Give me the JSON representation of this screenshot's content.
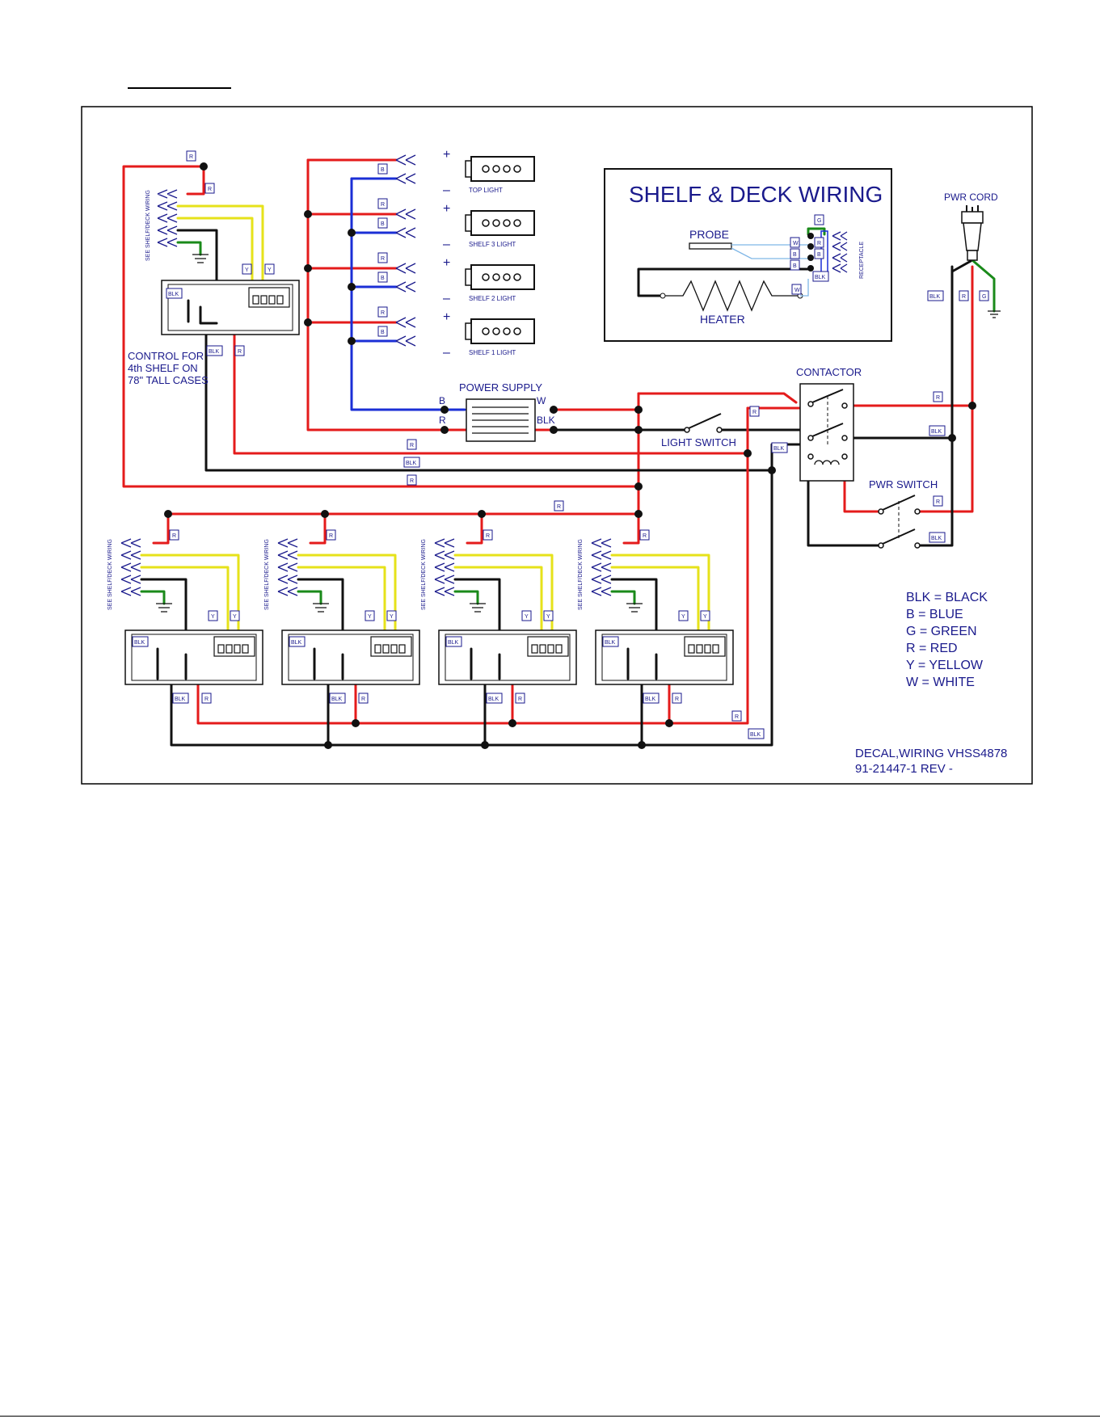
{
  "colors": {
    "red": "#e41b1b",
    "black": "#111111",
    "blue": "#1b2fd6",
    "yellow": "#e6e21a",
    "green": "#1a8a1a",
    "light_blue": "#7fb6e6",
    "label": "#1a1a8c"
  },
  "inset": {
    "title": "SHELF & DECK WIRING",
    "probe": "PROBE",
    "heater": "HEATER",
    "receptacle": "RECEPTACLE"
  },
  "lights": [
    {
      "label": "TOP LIGHT"
    },
    {
      "label": "SHELF 3 LIGHT"
    },
    {
      "label": "SHELF 2 LIGHT"
    },
    {
      "label": "SHELF 1 LIGHT"
    }
  ],
  "labels": {
    "pwr_cord": "PWR CORD",
    "contactor": "CONTACTOR",
    "power_supply": "POWER SUPPLY",
    "light_switch": "LIGHT SWITCH",
    "pwr_switch": "PWR SWITCH",
    "control_note": [
      "CONTROL FOR",
      "4th SHELF ON",
      "78\" TALL CASES"
    ],
    "see_wiring": "SEE SHELF/DECK WIRING",
    "ps_b": "B",
    "ps_r": "R",
    "ps_w": "W",
    "ps_blk": "BLK",
    "plus": "+",
    "minus": "–"
  },
  "legend": [
    "BLK = BLACK",
    "B = BLUE",
    "G = GREEN",
    "R = RED",
    "Y = YELLOW",
    "W = WHITE"
  ],
  "decal": [
    "DECAL,WIRING VHSS4878",
    "91-21447-1 REV -"
  ],
  "tags": {
    "R": "R",
    "B": "B",
    "BLK": "BLK",
    "Y": "Y",
    "G": "G",
    "W": "W"
  }
}
